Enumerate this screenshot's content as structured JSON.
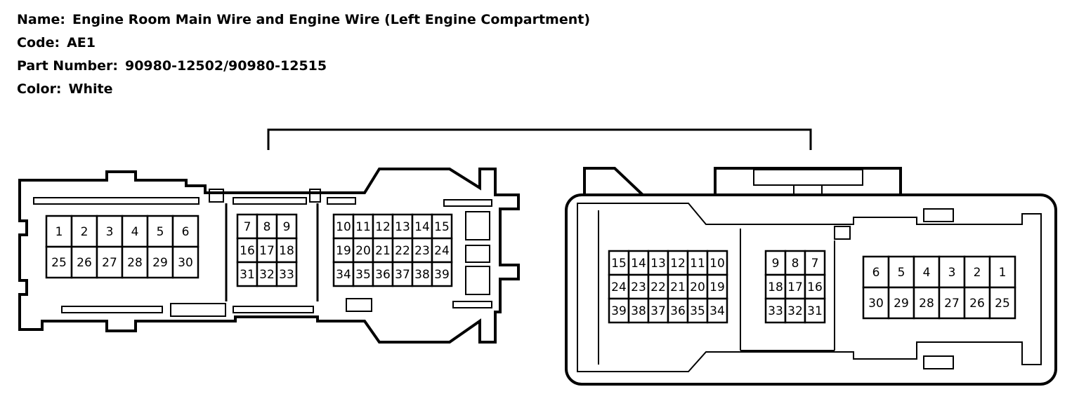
{
  "header": {
    "name_label": "Name:",
    "name_value": "Engine Room Main Wire and Engine Wire (Left Engine Compartment)",
    "code_label": "Code:",
    "code_value": "AE1",
    "part_label": "Part Number:",
    "part_value": "90980-12502/90980-12515",
    "color_label": "Color:",
    "color_value": "White"
  },
  "connectors": [
    {
      "id": "left",
      "blocks": [
        {
          "rows": [
            [
              "1",
              "2",
              "3",
              "4",
              "5",
              "6"
            ],
            [
              "25",
              "26",
              "27",
              "28",
              "29",
              "30"
            ]
          ]
        },
        {
          "rows": [
            [
              "7",
              "8",
              "9"
            ],
            [
              "16",
              "17",
              "18"
            ],
            [
              "31",
              "32",
              "33"
            ]
          ]
        },
        {
          "rows": [
            [
              "10",
              "11",
              "12",
              "13",
              "14",
              "15"
            ],
            [
              "19",
              "20",
              "21",
              "22",
              "23",
              "24"
            ],
            [
              "34",
              "35",
              "36",
              "37",
              "38",
              "39"
            ]
          ]
        }
      ]
    },
    {
      "id": "right",
      "blocks": [
        {
          "rows": [
            [
              "15",
              "14",
              "13",
              "12",
              "11",
              "10"
            ],
            [
              "24",
              "23",
              "22",
              "21",
              "20",
              "19"
            ],
            [
              "39",
              "38",
              "37",
              "36",
              "35",
              "34"
            ]
          ]
        },
        {
          "rows": [
            [
              "9",
              "8",
              "7"
            ],
            [
              "18",
              "17",
              "16"
            ],
            [
              "33",
              "32",
              "31"
            ]
          ]
        },
        {
          "rows": [
            [
              "6",
              "5",
              "4",
              "3",
              "2",
              "1"
            ],
            [
              "30",
              "29",
              "28",
              "27",
              "26",
              "25"
            ]
          ]
        }
      ]
    }
  ]
}
